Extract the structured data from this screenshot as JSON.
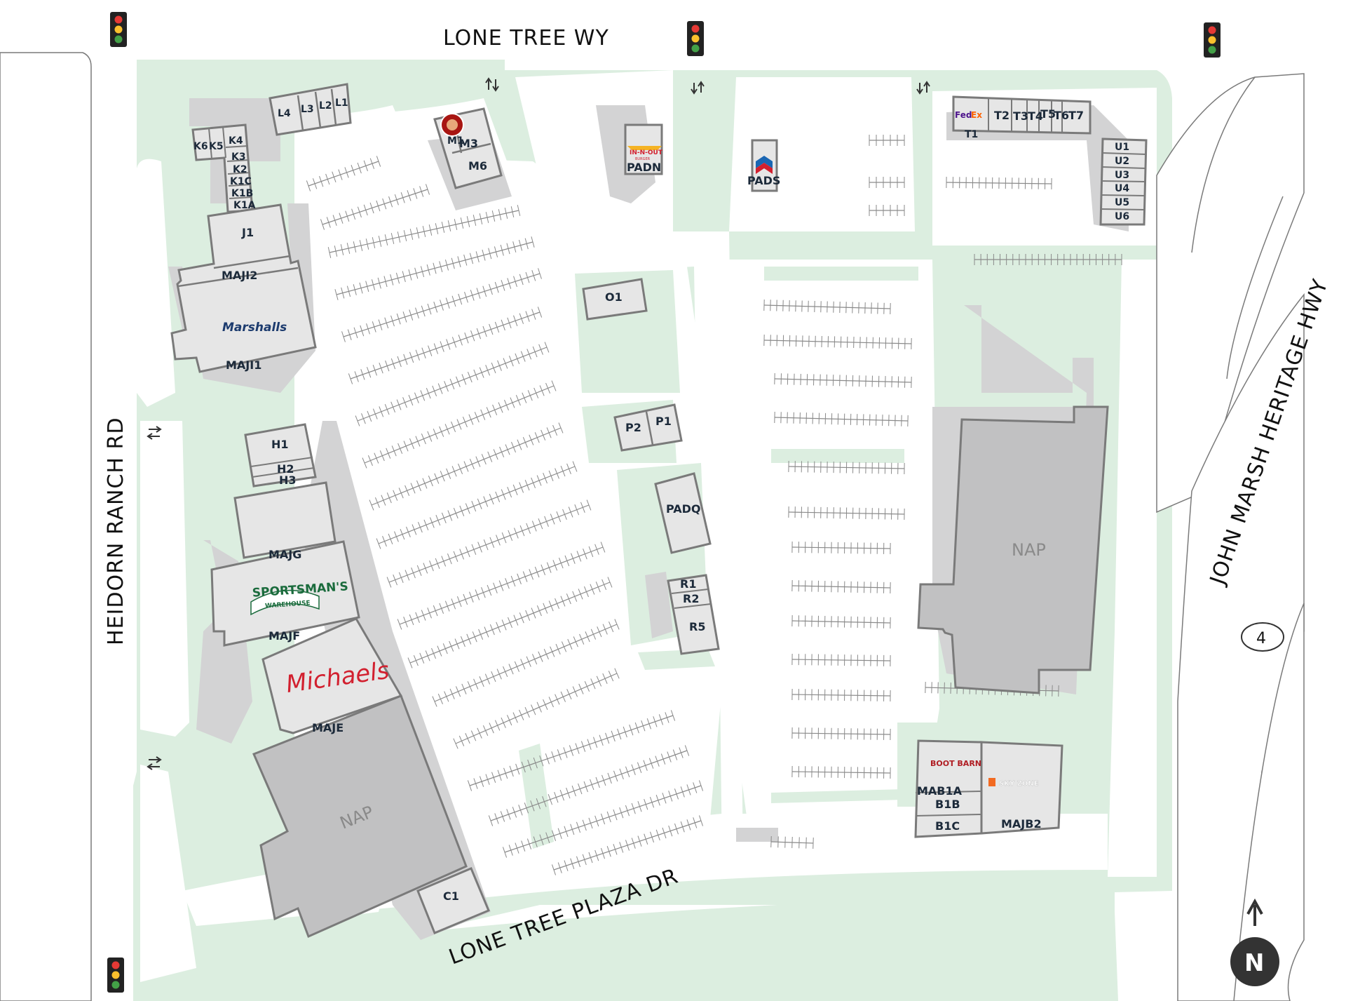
{
  "roads": {
    "north": "LONE TREE WY",
    "west": "HEIDORN RANCH RD",
    "east": "JOHN MARSH HERITAGE HWY",
    "south": "LONE TREE PLAZA DR",
    "highway_shield": "4"
  },
  "compass": "N",
  "nap_label": "NAP",
  "units": {
    "L4": "L4",
    "L3": "L3",
    "L2": "L2",
    "L1": "L1",
    "K6": "K6",
    "K5": "K5",
    "K4": "K4",
    "K3": "K3",
    "K2": "K2",
    "K1C": "K1C",
    "K1B": "K1B",
    "K1A": "K1A",
    "J1": "J1",
    "MAJI2": "MAJI2",
    "MAJI1": "MAJI1",
    "M1": "M1",
    "M3": "M3",
    "M6": "M6",
    "PADN": "PADN",
    "PADS": "PADS",
    "T1": "T1",
    "T2": "T2",
    "T3": "T3",
    "T4": "T4",
    "T5": "T5",
    "T6": "T6",
    "T7": "T7",
    "U1": "U1",
    "U2": "U2",
    "U3": "U3",
    "U4": "U4",
    "U5": "U5",
    "U6": "U6",
    "O1": "O1",
    "P1": "P1",
    "P2": "P2",
    "PADQ": "PADQ",
    "R1": "R1",
    "R2": "R2",
    "R5": "R5",
    "H1": "H1",
    "H2": "H2",
    "H3": "H3",
    "MAJG": "MAJG",
    "MAJF": "MAJF",
    "MAJE": "MAJE",
    "C1": "C1",
    "MAB1A": "MAB1A",
    "B1B": "B1B",
    "B1C": "B1C",
    "MAJB2": "MAJB2"
  },
  "brands": {
    "marshalls": "Marshalls",
    "sportsmans_line1": "SPORTSMAN'S",
    "sportsmans_line2": "WAREHOUSE",
    "michaels": "Michaels",
    "fedex_fed": "Fed",
    "fedex_ex": "Ex",
    "bootbarn": "BOOT BARN",
    "skyzone": "SKY ZONE",
    "innout_1": "IN-N-OUT",
    "innout_2": "BURGER"
  },
  "colors": {
    "green": "#dceee0",
    "asphalt": "#ffffff",
    "building": "#e6e6e6",
    "building_dark": "#c1c1c2",
    "walkway": "#d3d3d4",
    "outline": "#7a7a7a",
    "michaels_red": "#d2202f",
    "sportsmans_green": "#1a6b3c",
    "marshalls_navy": "#1c3b6e",
    "fedex_purple": "#4d148c",
    "fedex_orange": "#ff6200",
    "bootbarn_red": "#b01d23",
    "skyzone_orange": "#f26a21",
    "chipotle_red": "#a81612"
  }
}
